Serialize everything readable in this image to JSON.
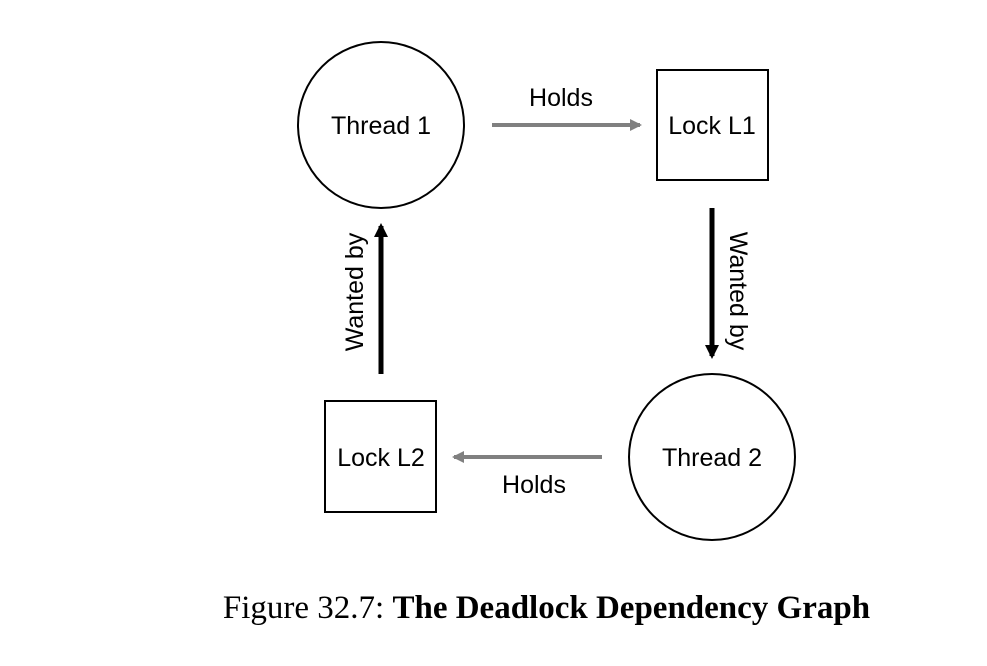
{
  "nodes": {
    "thread1": {
      "label": "Thread 1",
      "shape": "circle"
    },
    "lock1": {
      "label": "Lock L1",
      "shape": "square"
    },
    "thread2": {
      "label": "Thread 2",
      "shape": "circle"
    },
    "lock2": {
      "label": "Lock L2",
      "shape": "square"
    }
  },
  "edges": {
    "thread1_holds_lock1": {
      "from": "thread1",
      "to": "lock1",
      "label": "Holds"
    },
    "lock1_wanted_by_thread2": {
      "from": "lock1",
      "to": "thread2",
      "label": "Wanted by"
    },
    "thread2_holds_lock2": {
      "from": "thread2",
      "to": "lock2",
      "label": "Holds"
    },
    "lock2_wanted_by_thread1": {
      "from": "lock2",
      "to": "thread1",
      "label": "Wanted by"
    }
  },
  "caption": {
    "prefix": "Figure 32.7:",
    "title": "The Deadlock Dependency Graph"
  },
  "colors": {
    "holds_edge": "#808080",
    "wanted_edge": "#000000"
  }
}
